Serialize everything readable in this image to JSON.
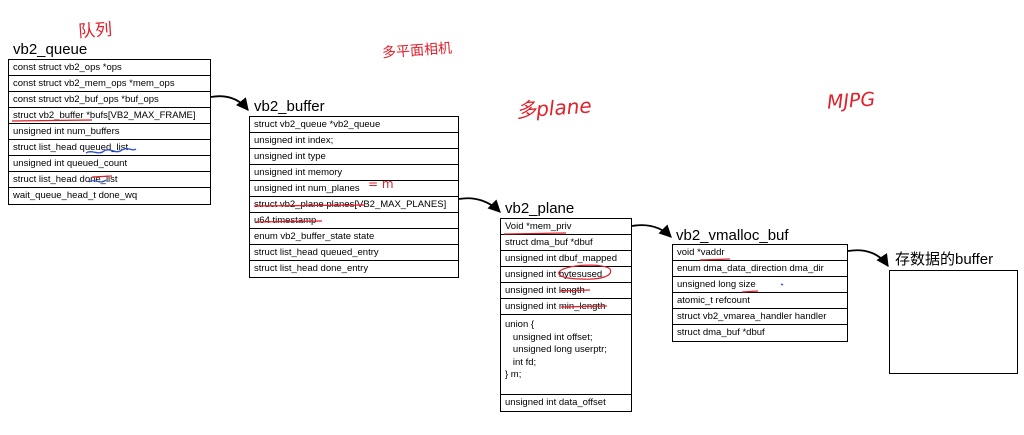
{
  "queue": {
    "title": "vb2_queue",
    "rows": [
      "const struct vb2_ops *ops",
      "const struct vb2_mem_ops *mem_ops",
      "const struct vb2_buf_ops *buf_ops",
      "struct vb2_buffer *bufs[VB2_MAX_FRAME]",
      "unsigned int num_buffers",
      "struct list_head queued_list",
      "unsigned int queued_count",
      "struct list_head done_list",
      "wait_queue_head_t done_wq"
    ]
  },
  "buffer": {
    "title": "vb2_buffer",
    "rows": [
      "struct vb2_queue *vb2_queue",
      "unsigned int index;",
      "unsigned int type",
      "unsigned int memory",
      "unsigned int num_planes",
      "struct vb2_plane planes[VB2_MAX_PLANES]",
      "u64 timestamp",
      "enum vb2_buffer_state state",
      "struct list_head queued_entry",
      "struct list_head done_entry"
    ]
  },
  "plane": {
    "title": "vb2_plane",
    "rows": [
      "Void *mem_priv",
      "struct dma_buf *dbuf",
      "unsigned int dbuf_mapped",
      "unsigned int bytesused",
      "unsigned int length",
      "unsigned int min_length"
    ],
    "union_text": "union {\n   unsigned int offset;\n   unsigned long userptr;\n   int fd;\n} m;",
    "last_row": "unsigned int data_offset"
  },
  "vmalloc": {
    "title": "vb2_vmalloc_buf",
    "rows": [
      "void *vaddr",
      "enum dma_data_direction dma_dir",
      "unsigned long size",
      "atomic_t refcount",
      "struct vb2_vmarea_handler handler",
      "struct dma_buf *dbuf"
    ]
  },
  "storage": {
    "title": "存数据的buffer"
  },
  "annotations": {
    "queue_note": "队列",
    "multi_camera": "多平面相机",
    "multi_plane": "多plane",
    "mjpg": "MJPG",
    "num_planes_note": "= m"
  },
  "colors": {
    "ink": "#e0202a",
    "blue_ink": "#2b4fd6",
    "line": "#000000"
  }
}
